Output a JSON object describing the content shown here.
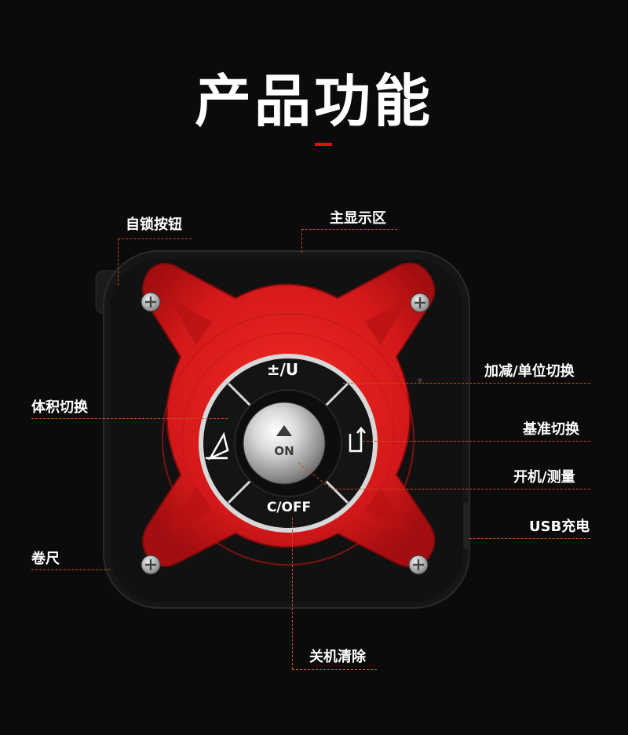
{
  "title": "产品功能",
  "device": {
    "btn_top": "±/U",
    "btn_bottom": "C/OFF",
    "btn_center": "ON"
  },
  "labels": {
    "lock_button": "自锁按钮",
    "main_display": "主显示区",
    "add_sub_unit": "加减/单位切换",
    "volume_switch": "体积切换",
    "reference_switch": "基准切换",
    "power_measure": "开机/测量",
    "usb_charge": "USB充电",
    "tape": "卷尺",
    "off_clear": "关机清除"
  },
  "colors": {
    "background": "#0b0b0b",
    "accent_red": "#e10f14",
    "leader_line": "#c5501a"
  }
}
